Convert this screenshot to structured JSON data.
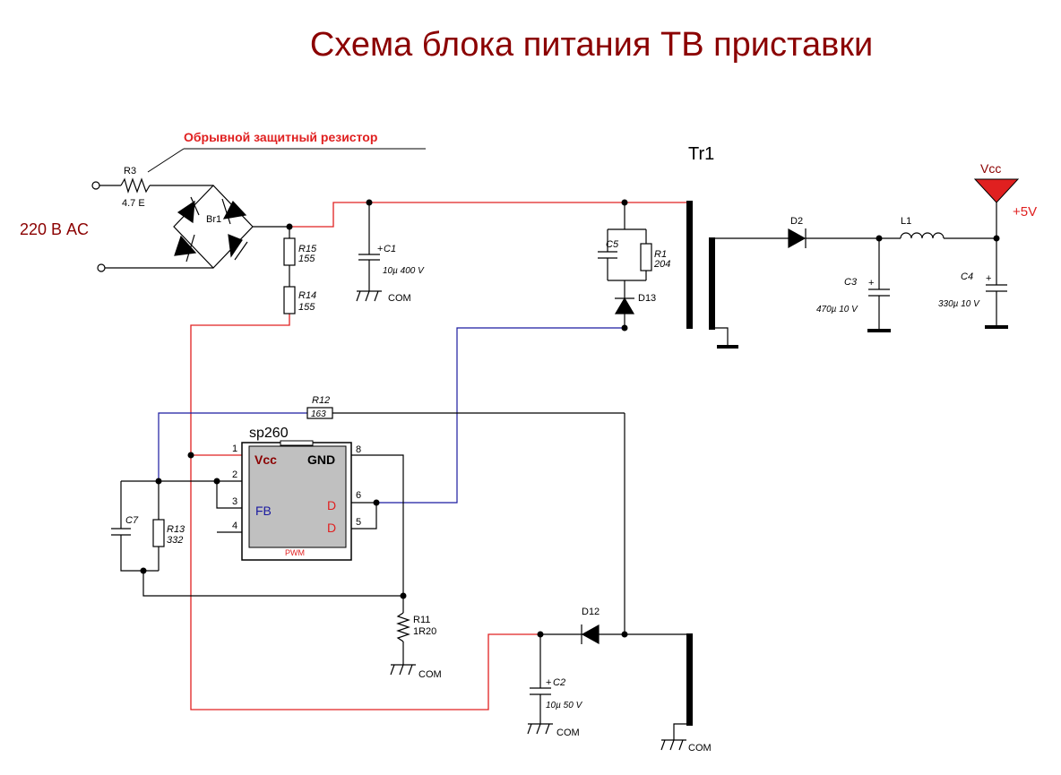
{
  "title": "Схема блока питания ТВ приставки",
  "annotation": "Обрывной защитный резистор",
  "input_label": "220 В AC",
  "transformer": "Tr1",
  "ic": {
    "name": "sp260",
    "vcc": "Vcc",
    "gnd": "GND",
    "fb": "FB",
    "d1": "D",
    "d2": "D",
    "type": "PWM",
    "pins": [
      "1",
      "2",
      "3",
      "4",
      "8",
      "6",
      "5"
    ]
  },
  "components": {
    "r3": {
      "name": "R3",
      "value": "4.7 E"
    },
    "br1": {
      "name": "Br1"
    },
    "r15": {
      "name": "R15",
      "value": "155"
    },
    "r14": {
      "name": "R14",
      "value": "155"
    },
    "c1": {
      "name": "C1",
      "value": "10µ 400 V"
    },
    "c5": {
      "name": "C5"
    },
    "r1": {
      "name": "R1",
      "value": "204"
    },
    "d13": {
      "name": "D13"
    },
    "d2": {
      "name": "D2"
    },
    "l1": {
      "name": "L1"
    },
    "c3": {
      "name": "C3",
      "value": "470µ 10 V"
    },
    "c4": {
      "name": "C4",
      "value": "330µ 10 V"
    },
    "r12": {
      "name": "R12",
      "value": "163"
    },
    "c7": {
      "name": "C7"
    },
    "r13": {
      "name": "R13",
      "value": "332"
    },
    "r11": {
      "name": "R11",
      "value": "1R20"
    },
    "d12": {
      "name": "D12"
    },
    "c2": {
      "name": "C2",
      "value": "10µ 50 V"
    }
  },
  "vcc_label": "Vcc",
  "out_label": "+5V",
  "com": "COM",
  "colors": {
    "title": "#8b0000",
    "hot": "#e02020",
    "feedback": "#1a1aa0",
    "wire": "#000000"
  }
}
